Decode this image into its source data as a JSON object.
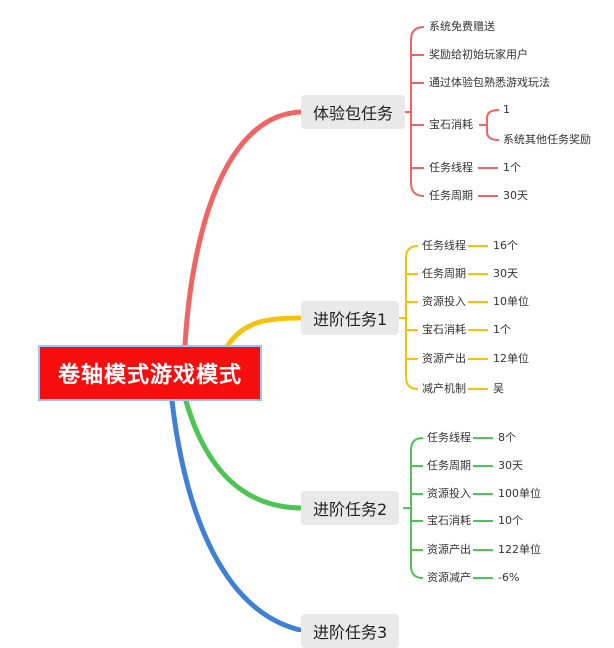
{
  "root": {
    "label": "卷轴模式游戏模式"
  },
  "colors": {
    "branch1": "#f06464",
    "branch2": "#f4c20d",
    "branch3": "#4cc552",
    "branch4": "#3f7fd6",
    "root_fill": "#f60d0d",
    "root_border": "#8fc8ff"
  },
  "branches": [
    {
      "label": "体验包任务",
      "items": [
        {
          "label": "系统免费赠送"
        },
        {
          "label": "奖励给初始玩家用户"
        },
        {
          "label": "通过体验包熟悉游戏玩法"
        },
        {
          "label": "宝石消耗",
          "children": [
            "1",
            "系统其他任务奖励"
          ]
        },
        {
          "label": "任务线程",
          "value": "1个"
        },
        {
          "label": "任务周期",
          "value": "30天"
        }
      ]
    },
    {
      "label": "进阶任务1",
      "items": [
        {
          "label": "任务线程",
          "value": "16个"
        },
        {
          "label": "任务周期",
          "value": "30天"
        },
        {
          "label": "资源投入",
          "value": "10单位"
        },
        {
          "label": "宝石消耗",
          "value": "1个"
        },
        {
          "label": "资源产出",
          "value": "12单位"
        },
        {
          "label": "减产机制",
          "value": "吴"
        }
      ]
    },
    {
      "label": "进阶任务2",
      "items": [
        {
          "label": "任务线程",
          "value": "8个"
        },
        {
          "label": "任务周期",
          "value": "30天"
        },
        {
          "label": "资源投入",
          "value": "100单位"
        },
        {
          "label": "宝石消耗",
          "value": "10个"
        },
        {
          "label": "资源产出",
          "value": "122单位"
        },
        {
          "label": "资源减产",
          "value": "-6%"
        }
      ]
    },
    {
      "label": "进阶任务3",
      "items": []
    }
  ]
}
